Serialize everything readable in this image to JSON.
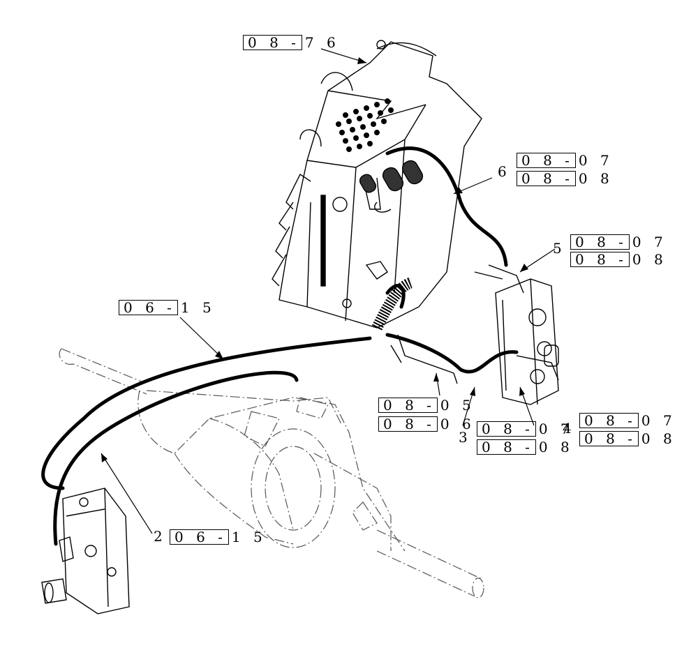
{
  "callouts": [
    {
      "id": "2",
      "label": "2"
    },
    {
      "id": "3",
      "label": "3"
    },
    {
      "id": "4",
      "label": "4"
    },
    {
      "id": "5",
      "label": "5"
    },
    {
      "id": "6",
      "label": "6"
    }
  ],
  "references": {
    "r0876": {
      "box": "0 8 -",
      "suffix": "7 6"
    },
    "r0807_top": {
      "box": "0 8 -",
      "suffix": "0 7"
    },
    "r0808_top": {
      "box": "0 8 -",
      "suffix": "0 8"
    },
    "r0807_mid": {
      "box": "0 8 -",
      "suffix": "0 7"
    },
    "r0808_mid": {
      "box": "0 8 -",
      "suffix": "0 8"
    },
    "r0615_top": {
      "box": "0 6 -",
      "suffix": "1 5"
    },
    "r0805": {
      "box": "0 8 -",
      "suffix": "0 5"
    },
    "r0806": {
      "box": "0 8 -",
      "suffix": "0 6"
    },
    "r0807_low": {
      "box": "0 8 -",
      "suffix": "0 7"
    },
    "r0808_low": {
      "box": "0 8 -",
      "suffix": "0 8"
    },
    "r0807_right": {
      "box": "0 8 -",
      "suffix": "0 7"
    },
    "r0808_right": {
      "box": "0 8 -",
      "suffix": "0 8"
    },
    "r0615_bottom": {
      "box": "0 6 -",
      "suffix": "1 5"
    }
  }
}
